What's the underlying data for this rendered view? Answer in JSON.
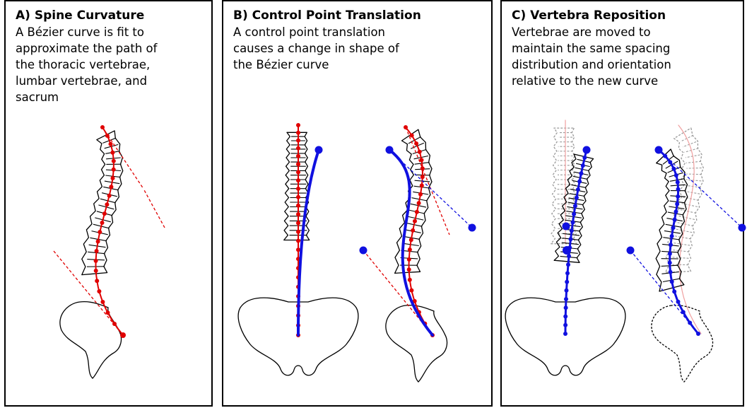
{
  "panels": [
    {
      "id": "a",
      "title": "A) Spine Curvature",
      "description_lines": [
        "A Bézier curve is fit to",
        "approximate the path of",
        "the thoracic vertebrae,",
        "lumbar vertebrae, and",
        "sacrum"
      ]
    },
    {
      "id": "b",
      "title": "B) Control Point Translation",
      "description_lines": [
        "A control point translation",
        "causes a change in shape of",
        "the Bézier curve"
      ]
    },
    {
      "id": "c",
      "title": "C) Vertebra Reposition",
      "description_lines": [
        "Vertebrae are moved to",
        "maintain the same spacing",
        "distribution and orientation",
        "relative to the new curve"
      ]
    }
  ],
  "colors": {
    "original_curve": "#e00000",
    "new_curve": "#1010e0",
    "outline": "#000000",
    "ghost_outline": "#9a9a9a",
    "ghost_curve": "#f0a0a0"
  }
}
